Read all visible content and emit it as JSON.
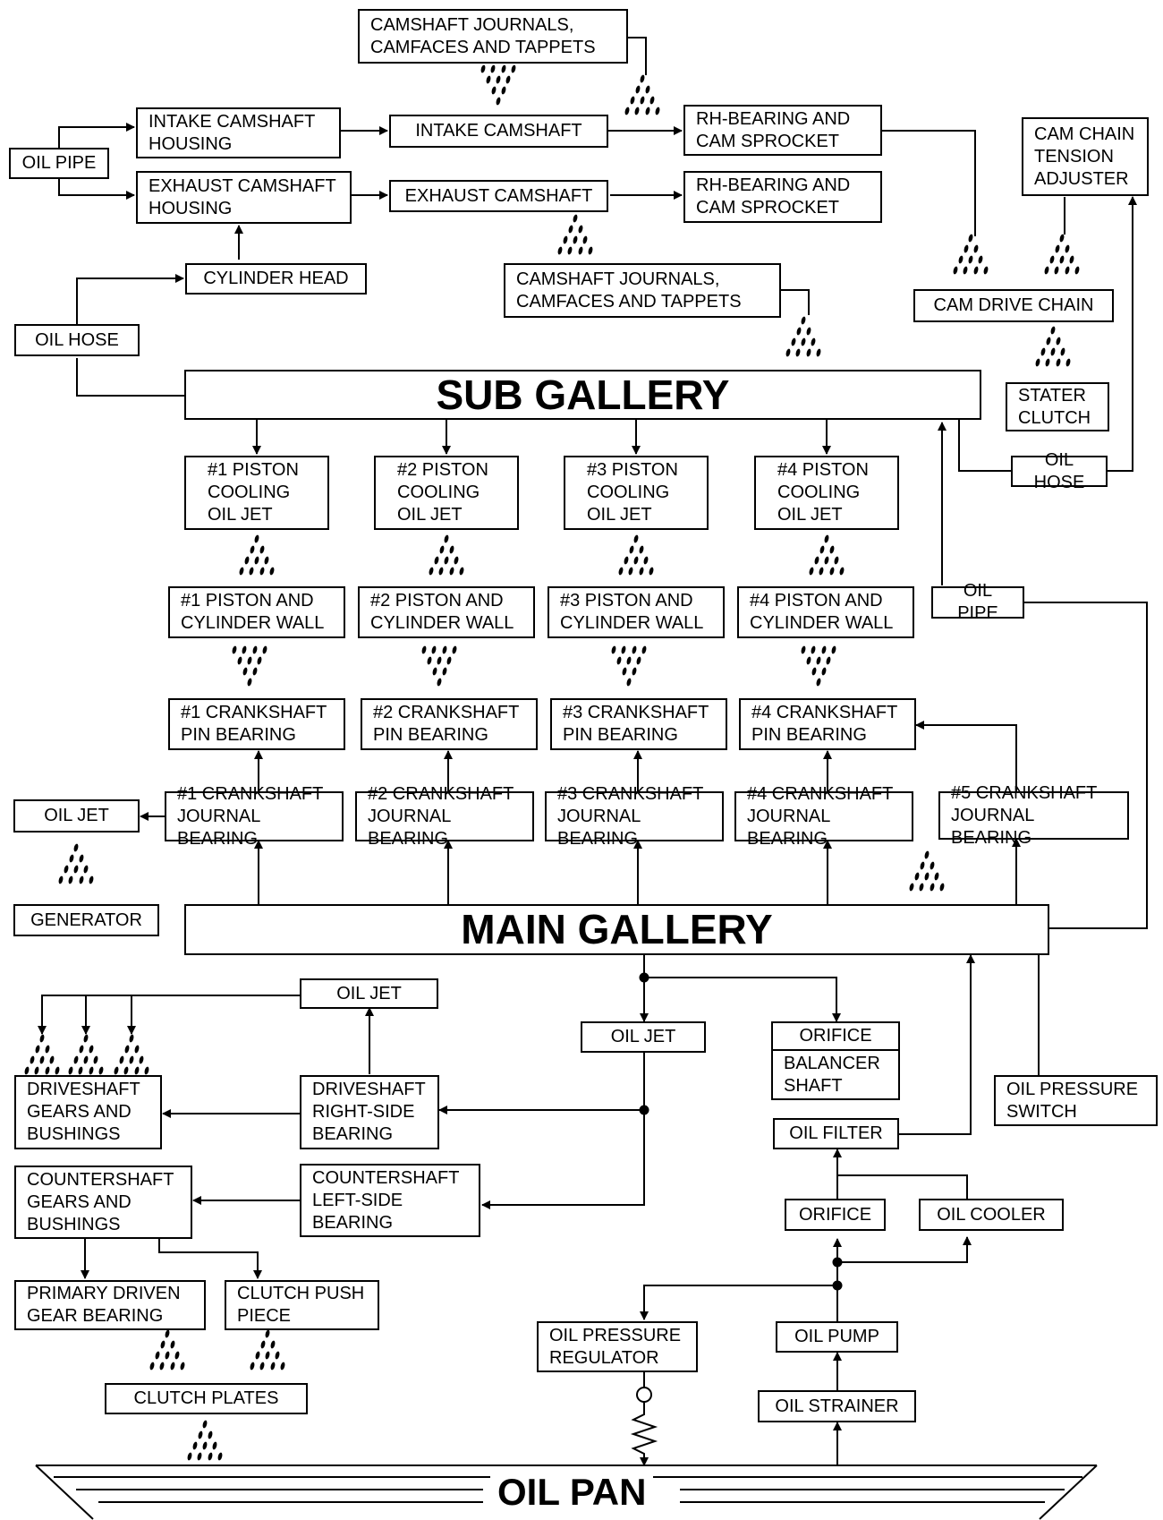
{
  "diagram": {
    "boxes": {
      "cam_journals_top": "CAMSHAFT JOURNALS,\nCAMFACES AND TAPPETS",
      "intake_housing": "INTAKE CAMSHAFT\nHOUSING",
      "intake_camshaft": "INTAKE CAMSHAFT",
      "rh_bearing_1": "RH-BEARING AND\nCAM SPROCKET",
      "oil_pipe_top": "OIL PIPE",
      "exhaust_housing": "EXHAUST CAMSHAFT\nHOUSING",
      "exhaust_camshaft": "EXHAUST CAMSHAFT",
      "rh_bearing_2": "RH-BEARING AND\nCAM SPROCKET",
      "tension_adjuster": "CAM CHAIN\nTENSION\nADJUSTER",
      "cylinder_head": "CYLINDER HEAD",
      "cam_journals_mid": "CAMSHAFT JOURNALS,\nCAMFACES AND TAPPETS",
      "cam_drive_chain": "CAM DRIVE CHAIN",
      "oil_hose_left": "OIL HOSE",
      "sub_gallery": "SUB GALLERY",
      "stater_clutch": "STATER\nCLUTCH",
      "oil_hose_right": "OIL HOSE",
      "jet_1": "#1 PISTON\nCOOLING\nOIL JET",
      "jet_2": "#2 PISTON\nCOOLING\nOIL JET",
      "jet_3": "#3 PISTON\nCOOLING\nOIL JET",
      "jet_4": "#4 PISTON\nCOOLING\nOIL JET",
      "wall_1": "#1 PISTON AND\nCYLINDER WALL",
      "wall_2": "#2 PISTON AND\nCYLINDER WALL",
      "wall_3": "#3 PISTON AND\nCYLINDER WALL",
      "wall_4": "#4 PISTON AND\nCYLINDER WALL",
      "oil_pipe_mid": "OIL PIPE",
      "pin_1": "#1 CRANKSHAFT\nPIN BEARING",
      "pin_2": "#2 CRANKSHAFT\nPIN BEARING",
      "pin_3": "#3 CRANKSHAFT\nPIN BEARING",
      "pin_4": "#4 CRANKSHAFT\nPIN BEARING",
      "oil_jet_left": "OIL JET",
      "journal_1": "#1 CRANKSHAFT\nJOURNAL BEARING",
      "journal_2": "#2 CRANKSHAFT\nJOURNAL BEARING",
      "journal_3": "#3 CRANKSHAFT\nJOURNAL BEARING",
      "journal_4": "#4 CRANKSHAFT\nJOURNAL BEARING",
      "journal_5": "#5 CRANKSHAFT\nJOURNAL BEARING",
      "generator": "GENERATOR",
      "main_gallery": "MAIN GALLERY",
      "oil_jet_drive": "OIL JET",
      "oil_jet_center": "OIL JET",
      "orifice_top": "ORIFICE",
      "balancer_shaft": "BALANCER\nSHAFT",
      "driveshaft_gears": "DRIVESHAFT\nGEARS AND\nBUSHINGS",
      "driveshaft_bearing": "DRIVESHAFT\nRIGHT-SIDE\nBEARING",
      "oil_pressure_switch": "OIL PRESSURE\nSWITCH",
      "oil_filter": "OIL FILTER",
      "countershaft_gears": "COUNTERSHAFT\nGEARS  AND\nBUSHINGS",
      "countershaft_bearing": "COUNTERSHAFT\nLEFT-SIDE\nBEARING",
      "orifice_bottom": "ORIFICE",
      "oil_cooler": "OIL COOLER",
      "primary_driven": "PRIMARY DRIVEN\nGEAR BEARING",
      "clutch_push": "CLUTCH PUSH\nPIECE",
      "oil_pressure_regulator": "OIL PRESSURE\nREGULATOR",
      "oil_pump": "OIL PUMP",
      "clutch_plates": "CLUTCH PLATES",
      "oil_strainer": "OIL STRAINER",
      "oil_pan": "OIL PAN"
    }
  }
}
